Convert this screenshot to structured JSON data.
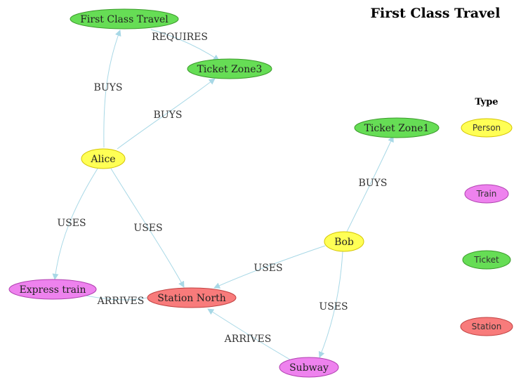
{
  "title": "First Class Travel",
  "legend": {
    "title": "Type",
    "items": [
      {
        "id": "person",
        "label": "Person",
        "color": "#ffff55",
        "border": "#d4c400"
      },
      {
        "id": "train",
        "label": "Train",
        "color": "#ee82ee",
        "border": "#b040b0"
      },
      {
        "id": "ticket",
        "label": "Ticket",
        "color": "#66dd55",
        "border": "#3a9a2a"
      },
      {
        "id": "station",
        "label": "Station",
        "color": "#f87b7b",
        "border": "#c04040"
      }
    ]
  },
  "edge_color": "#a8d8e6",
  "nodes": [
    {
      "id": "first-class-travel",
      "label": "First Class Travel",
      "type": "ticket"
    },
    {
      "id": "ticket-zone3",
      "label": "Ticket Zone3",
      "type": "ticket"
    },
    {
      "id": "ticket-zone1",
      "label": "Ticket Zone1",
      "type": "ticket"
    },
    {
      "id": "alice",
      "label": "Alice",
      "type": "person"
    },
    {
      "id": "bob",
      "label": "Bob",
      "type": "person"
    },
    {
      "id": "express-train",
      "label": "Express train",
      "type": "train"
    },
    {
      "id": "station-north",
      "label": "Station North",
      "type": "station"
    },
    {
      "id": "subway",
      "label": "Subway",
      "type": "train"
    }
  ],
  "edges": [
    {
      "id": "alice-buys-fct",
      "from": "alice",
      "to": "first-class-travel",
      "label": "BUYS"
    },
    {
      "id": "fct-requires-zone3",
      "from": "first-class-travel",
      "to": "ticket-zone3",
      "label": "REQUIRES"
    },
    {
      "id": "alice-buys-zone3",
      "from": "alice",
      "to": "ticket-zone3",
      "label": "BUYS"
    },
    {
      "id": "bob-buys-zone1",
      "from": "bob",
      "to": "ticket-zone1",
      "label": "BUYS"
    },
    {
      "id": "alice-uses-express",
      "from": "alice",
      "to": "express-train",
      "label": "USES"
    },
    {
      "id": "alice-uses-north",
      "from": "alice",
      "to": "station-north",
      "label": "USES"
    },
    {
      "id": "bob-uses-north",
      "from": "bob",
      "to": "station-north",
      "label": "USES"
    },
    {
      "id": "bob-uses-subway",
      "from": "bob",
      "to": "subway",
      "label": "USES"
    },
    {
      "id": "express-arrives",
      "from": "express-train",
      "to": "station-north",
      "label": "ARRIVES"
    },
    {
      "id": "subway-arrives",
      "from": "subway",
      "to": "station-north",
      "label": "ARRIVES"
    }
  ]
}
